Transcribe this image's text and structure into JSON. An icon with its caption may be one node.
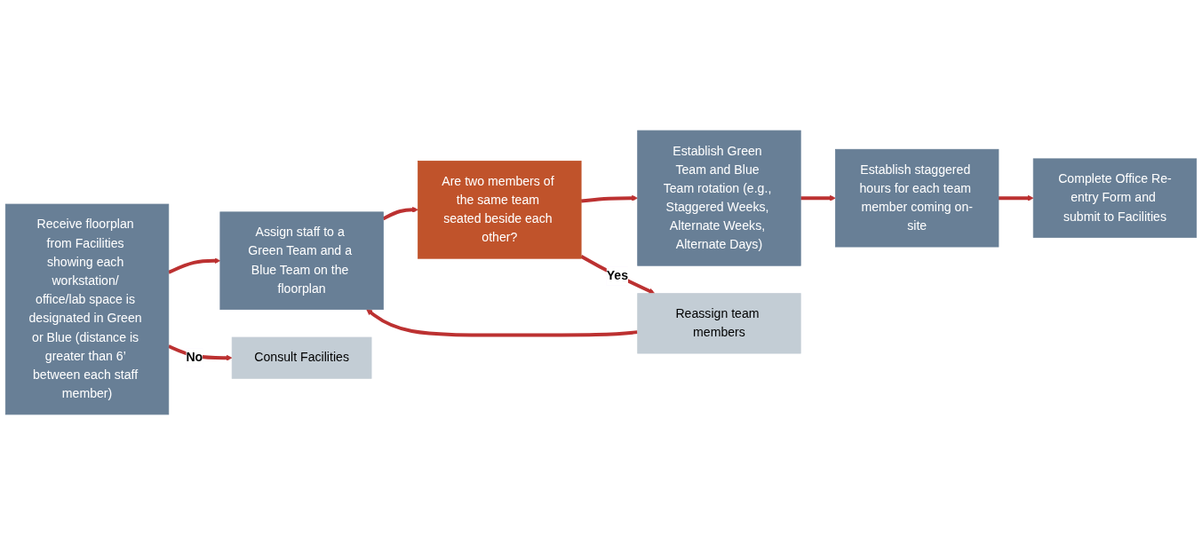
{
  "diagram": {
    "nodes": [
      {
        "text": [
          "Receive floorplan from Facilities showing each workstation/ office/lab space is designated in Green or Blue (distance is greater than 6’ between each staff member)"
        ]
      },
      {
        "text": [
          "Assign staff to a Green Team and a Blue Team on the floorplan"
        ]
      },
      {
        "text": [
          "Are two members of the same team seated beside each other?"
        ]
      },
      {
        "text": [
          "Establish Green Team and Blue Team rotation (e.g., Staggered Weeks, Alternate Weeks, Alternate Days)"
        ]
      },
      {
        "text": [
          "Establish staggered hours for each team member coming on-site"
        ]
      },
      {
        "text": [
          "Complete Office Re-entry Form and submit to Facilities"
        ]
      },
      {
        "text": [
          "Consult Facilities"
        ]
      },
      {
        "text": [
          "Reassign team members"
        ]
      }
    ],
    "edges": [
      {
        "from": 0,
        "to": 1,
        "arrow": "to"
      },
      {
        "from": 1,
        "to": 2,
        "arrow": "to"
      },
      {
        "from": 2,
        "to": 3,
        "arrow": "to"
      },
      {
        "from": 3,
        "to": 4,
        "arrow": "to"
      },
      {
        "from": 4,
        "to": 5,
        "arrow": "to"
      },
      {
        "from": 0,
        "to": 6,
        "label": "No",
        "arrow": "to"
      },
      {
        "from": 2,
        "to": 7,
        "label": "Yes",
        "arrow": "to"
      },
      {
        "from": 7,
        "to": 1,
        "arrow": "to"
      }
    ]
  }
}
